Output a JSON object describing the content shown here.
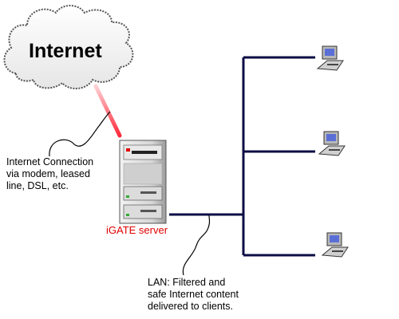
{
  "cloud_label": "Internet",
  "connection_label": "Internet Connection\nvia modem, leased\nline, DSL, etc.",
  "server_label": "iGATE server",
  "lan_label": "LAN: Filtered and\nsafe Internet content\ndelivered to clients.",
  "colors": {
    "lan_line": "#0d0d45",
    "server_label": "#e00000",
    "internet_link": "#ff3b4a"
  },
  "icons": [
    "cloud-icon",
    "server-icon",
    "client-computer-icon"
  ]
}
